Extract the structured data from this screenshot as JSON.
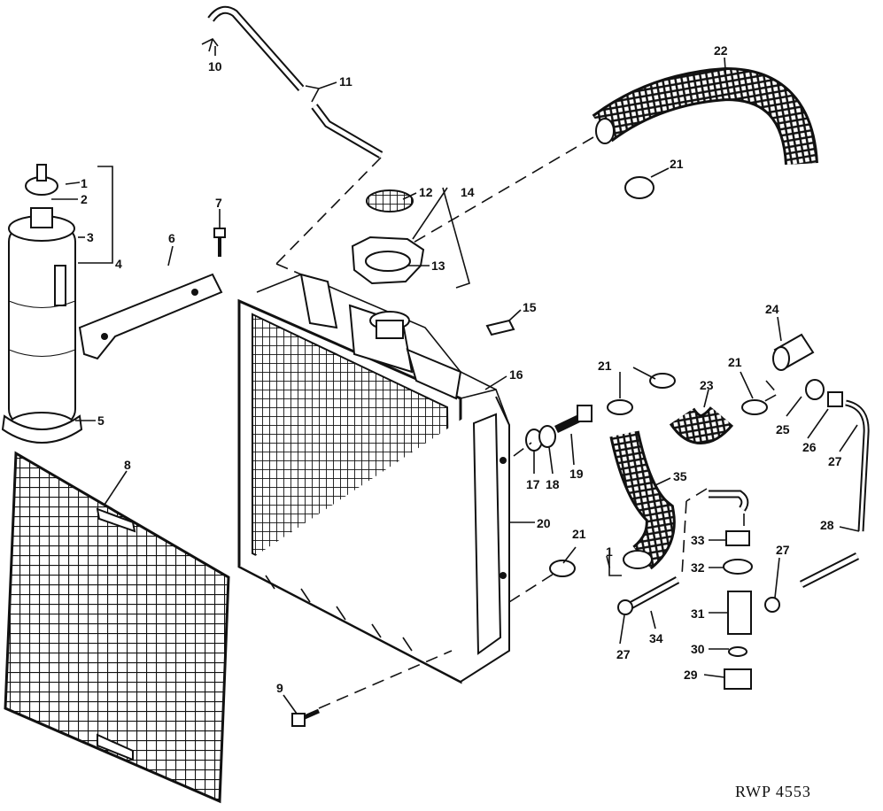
{
  "diagram": {
    "reference_code": "RWP 4553",
    "callouts": [
      {
        "id": "c1",
        "label": "1"
      },
      {
        "id": "c2",
        "label": "2"
      },
      {
        "id": "c3",
        "label": "3"
      },
      {
        "id": "c4",
        "label": "4"
      },
      {
        "id": "c5",
        "label": "5"
      },
      {
        "id": "c6",
        "label": "6"
      },
      {
        "id": "c7",
        "label": "7"
      },
      {
        "id": "c8",
        "label": "8"
      },
      {
        "id": "c9",
        "label": "9"
      },
      {
        "id": "c10",
        "label": "10"
      },
      {
        "id": "c11",
        "label": "11"
      },
      {
        "id": "c12",
        "label": "12"
      },
      {
        "id": "c13",
        "label": "13"
      },
      {
        "id": "c14",
        "label": "14"
      },
      {
        "id": "c15",
        "label": "15"
      },
      {
        "id": "c16",
        "label": "16"
      },
      {
        "id": "c17",
        "label": "17"
      },
      {
        "id": "c18",
        "label": "18"
      },
      {
        "id": "c19",
        "label": "19"
      },
      {
        "id": "c20",
        "label": "20"
      },
      {
        "id": "c21a",
        "label": "21"
      },
      {
        "id": "c21b",
        "label": "21"
      },
      {
        "id": "c21c",
        "label": "21"
      },
      {
        "id": "c21d",
        "label": "21"
      },
      {
        "id": "c22",
        "label": "22"
      },
      {
        "id": "c23",
        "label": "23"
      },
      {
        "id": "c24",
        "label": "24"
      },
      {
        "id": "c25",
        "label": "25"
      },
      {
        "id": "c26",
        "label": "26"
      },
      {
        "id": "c27a",
        "label": "27"
      },
      {
        "id": "c27b",
        "label": "27"
      },
      {
        "id": "c27c",
        "label": "27"
      },
      {
        "id": "c28",
        "label": "28"
      },
      {
        "id": "c29",
        "label": "29"
      },
      {
        "id": "c30",
        "label": "30"
      },
      {
        "id": "c31",
        "label": "31"
      },
      {
        "id": "c32",
        "label": "32"
      },
      {
        "id": "c33",
        "label": "33"
      },
      {
        "id": "c34",
        "label": "34"
      },
      {
        "id": "c35",
        "label": "35"
      },
      {
        "id": "c1b",
        "label": "1"
      }
    ]
  }
}
